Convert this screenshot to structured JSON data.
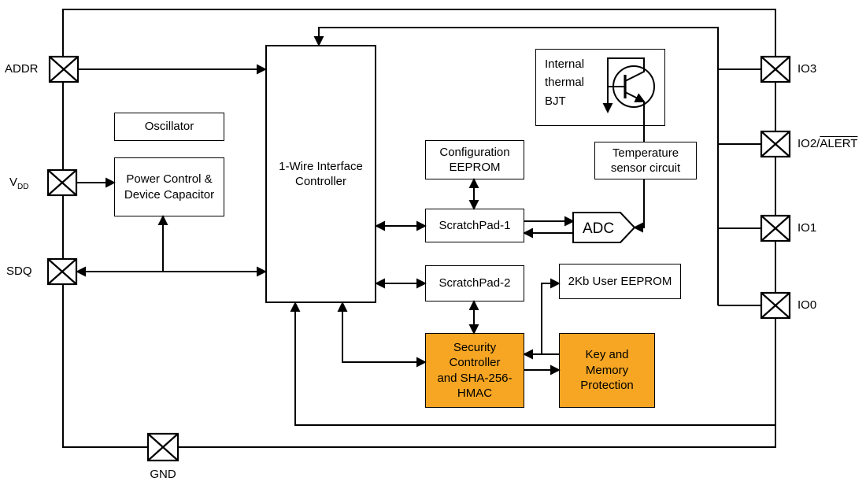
{
  "blocks": {
    "oscillator": {
      "label": "Oscillator"
    },
    "power_control": {
      "lines": [
        "Power Control &",
        "Device Capacitor"
      ]
    },
    "one_wire_controller": {
      "lines": [
        "1-Wire Interface",
        "Controller"
      ]
    },
    "internal_thermal_bjt": {
      "lines": [
        "Internal",
        "thermal",
        "BJT"
      ]
    },
    "configuration_eeprom": {
      "lines": [
        "Configuration",
        "EEPROM"
      ]
    },
    "temperature_sensor": {
      "lines": [
        "Temperature",
        "sensor circuit"
      ]
    },
    "scratchpad_1": {
      "label": "ScratchPad-1"
    },
    "adc": {
      "label": "ADC"
    },
    "scratchpad_2": {
      "label": "ScratchPad-2"
    },
    "user_eeprom": {
      "label": "2Kb User EEPROM"
    },
    "security_controller": {
      "lines": [
        "Security",
        "Controller",
        "and SHA-256-",
        "HMAC"
      ],
      "color": "#F6A623"
    },
    "key_memory_protection": {
      "lines": [
        "Key and",
        "Memory",
        "Protection"
      ],
      "color": "#F6A623"
    }
  },
  "pins": {
    "addr": {
      "label": "ADDR"
    },
    "vdd": {
      "label": "V",
      "subscript": "DD"
    },
    "sdq": {
      "label": "SDQ"
    },
    "gnd": {
      "label": "GND"
    },
    "io3": {
      "label": "IO3"
    },
    "io2": {
      "label": "IO2/",
      "overline": "ALERT"
    },
    "io1": {
      "label": "IO1"
    },
    "io0": {
      "label": "IO0"
    }
  },
  "colors": {
    "highlight": "#F6A623",
    "line": "#000000",
    "background": "#FFFFFF"
  }
}
